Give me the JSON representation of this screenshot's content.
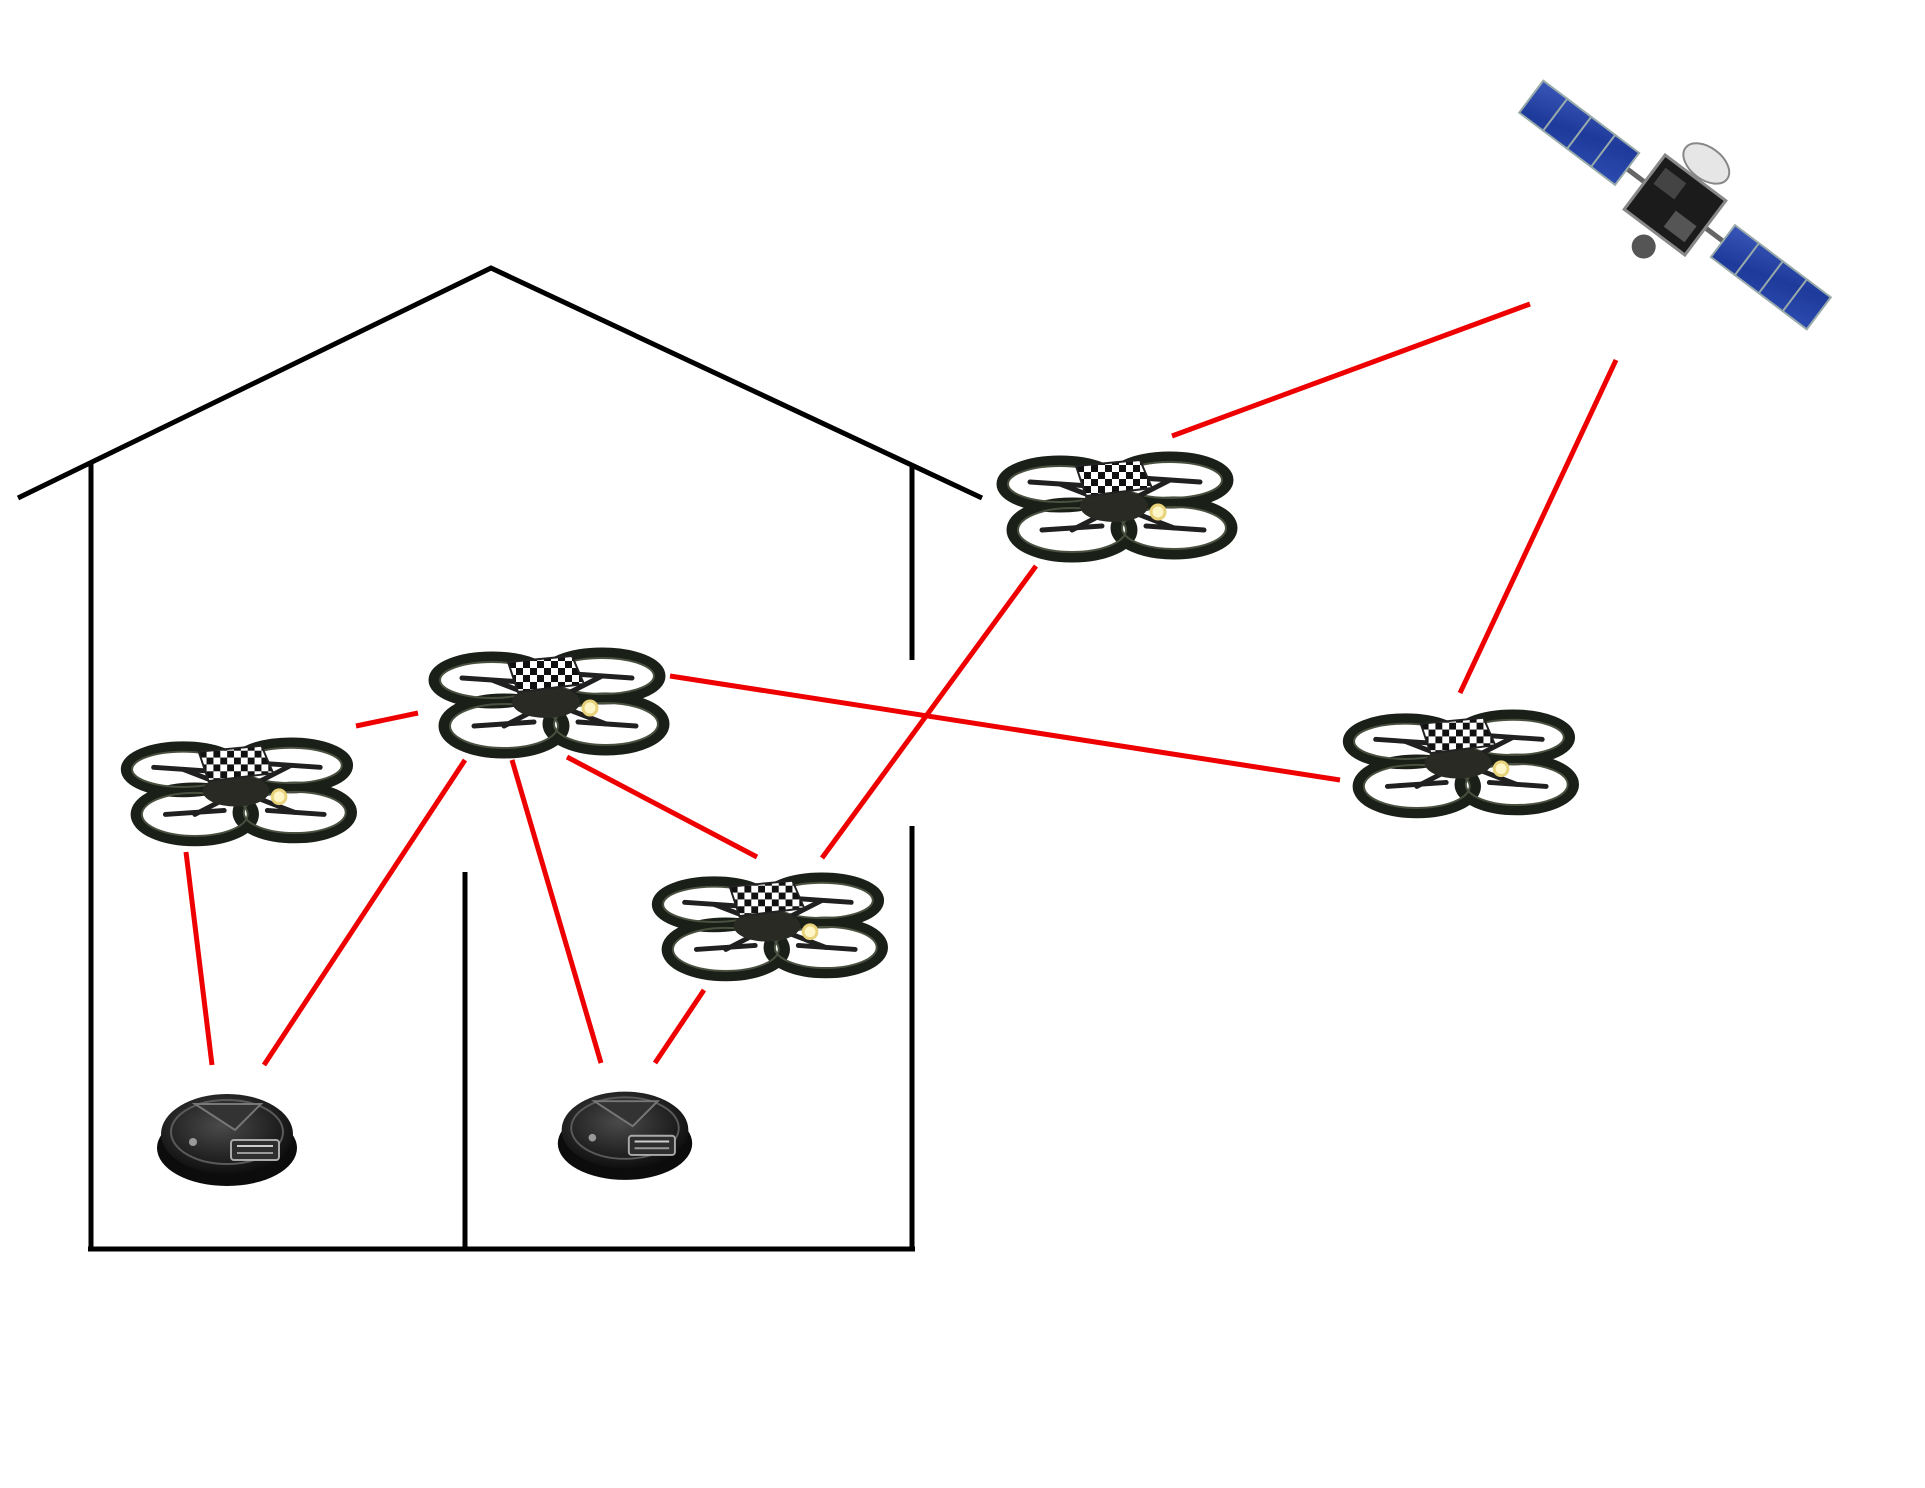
{
  "diagram": {
    "nodes": [
      {
        "id": "satellite",
        "kind": "satellite",
        "icon": "satellite-icon"
      },
      {
        "id": "drone-a",
        "kind": "quadcopter",
        "icon": "quadcopter-icon",
        "location": "outdoor"
      },
      {
        "id": "drone-b",
        "kind": "quadcopter",
        "icon": "quadcopter-icon",
        "location": "indoor"
      },
      {
        "id": "drone-c",
        "kind": "quadcopter",
        "icon": "quadcopter-icon",
        "location": "indoor"
      },
      {
        "id": "drone-d",
        "kind": "quadcopter",
        "icon": "quadcopter-icon",
        "location": "indoor"
      },
      {
        "id": "drone-e",
        "kind": "quadcopter",
        "icon": "quadcopter-icon",
        "location": "outdoor"
      },
      {
        "id": "robot-1",
        "kind": "ground-robot",
        "icon": "ground-robot-icon",
        "location": "indoor"
      },
      {
        "id": "robot-2",
        "kind": "ground-robot",
        "icon": "ground-robot-icon",
        "location": "indoor"
      }
    ],
    "links": [
      {
        "from": "satellite",
        "to": "drone-a"
      },
      {
        "from": "satellite",
        "to": "drone-e"
      },
      {
        "from": "drone-a",
        "to": "drone-d"
      },
      {
        "from": "drone-b",
        "to": "drone-c"
      },
      {
        "from": "drone-b",
        "to": "drone-e"
      },
      {
        "from": "drone-b",
        "to": "drone-d"
      },
      {
        "from": "drone-b",
        "to": "robot-1"
      },
      {
        "from": "drone-b",
        "to": "robot-2"
      },
      {
        "from": "drone-c",
        "to": "robot-1"
      },
      {
        "from": "drone-d",
        "to": "robot-2"
      }
    ],
    "structure": {
      "kind": "building",
      "icon": "house-outline",
      "rooms": 2
    },
    "colors": {
      "link": "#ee0000",
      "walls": "#000000",
      "background": "#ffffff"
    }
  }
}
